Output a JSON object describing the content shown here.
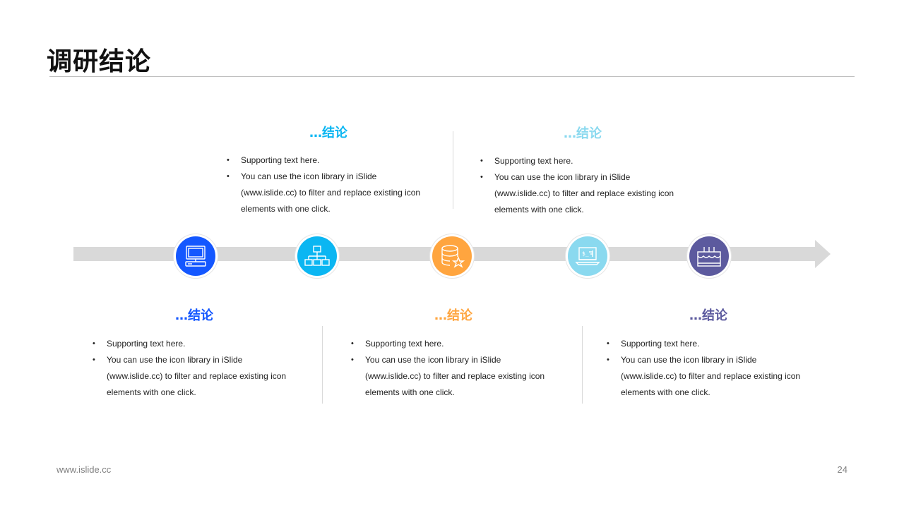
{
  "slide": {
    "title": "调研结论",
    "footer_url": "www.islide.cc",
    "page_number": "24"
  },
  "colors": {
    "blue": "#1457ff",
    "cyan": "#0bb6f2",
    "orange": "#ffa53f",
    "lightcyan": "#8ad9ef",
    "purple": "#5c5a9e",
    "arrow": "#d9d9d9"
  },
  "nodes": [
    {
      "icon": "computer-icon",
      "color": "#1457ff"
    },
    {
      "icon": "network-hierarchy-icon",
      "color": "#0bb6f2"
    },
    {
      "icon": "database-star-icon",
      "color": "#ffa53f"
    },
    {
      "icon": "laptop-code-icon",
      "color": "#8ad9ef"
    },
    {
      "icon": "birthday-cake-icon",
      "color": "#5c5a9e"
    }
  ],
  "conclusions": [
    {
      "title": "…结论",
      "color": "#1457ff",
      "bullets": [
        "Supporting text here.",
        "You can use the icon library in iSlide",
        "(www.islide.cc) to filter and replace existing icon",
        "elements with one click."
      ]
    },
    {
      "title": "…结论",
      "color": "#0bb6f2",
      "bullets": [
        "Supporting text here.",
        "You can use the icon library in iSlide",
        "(www.islide.cc) to filter and replace existing icon",
        "elements with one click."
      ]
    },
    {
      "title": "…结论",
      "color": "#ffa53f",
      "bullets": [
        "Supporting text here.",
        "You can use the icon library in iSlide",
        "(www.islide.cc) to filter and replace existing icon",
        "elements with one click."
      ]
    },
    {
      "title": "…结论",
      "color": "#8ad9ef",
      "bullets": [
        "Supporting text here.",
        "You can use the icon library in iSlide",
        "(www.islide.cc) to filter and replace existing icon",
        "elements with one click."
      ]
    },
    {
      "title": "…结论",
      "color": "#5c5a9e",
      "bullets": [
        "Supporting text here.",
        "You can use the icon library in iSlide",
        "(www.islide.cc) to filter and replace existing icon",
        "elements with one click."
      ]
    }
  ]
}
